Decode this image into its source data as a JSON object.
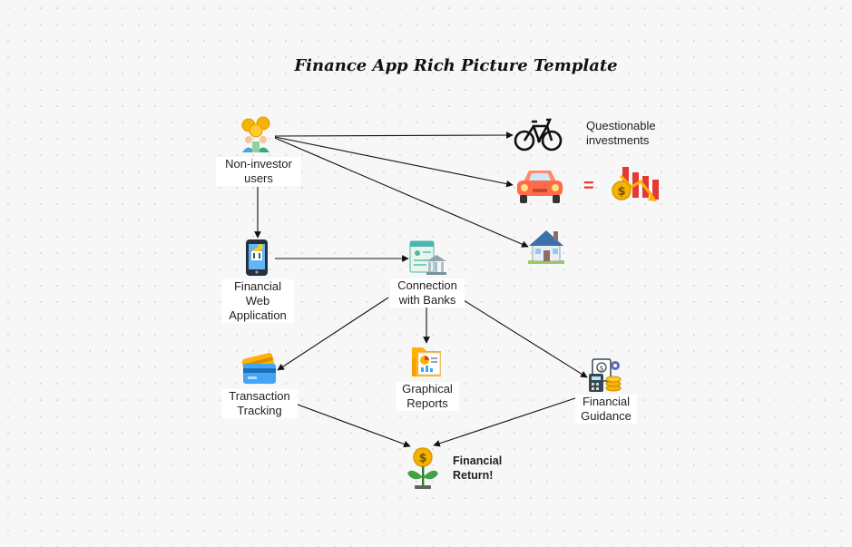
{
  "title": "Finance App Rich Picture Template",
  "nodes": {
    "non_investor": "Non-investor users",
    "questionable": "Questionable investments",
    "equals": "=",
    "web_app": "Financial Web Application",
    "banks": "Connection with Banks",
    "transaction": "Transaction Tracking",
    "reports": "Graphical Reports",
    "guidance": "Financial Guidance",
    "return": "Financial Return!"
  },
  "icons": {
    "users": "people-with-coins-icon",
    "bicycle": "bicycle-icon",
    "car": "car-icon",
    "loss_chart": "falling-chart-coin-icon",
    "house": "house-icon",
    "phone": "mobile-banking-icon",
    "bank": "bank-document-icon",
    "card": "credit-cards-icon",
    "report": "report-folder-icon",
    "guidance": "calculator-coins-icon",
    "plant": "money-plant-icon"
  },
  "colors": {
    "accent_red": "#e53935",
    "coin_gold": "#f5b400",
    "plant_green": "#43a047",
    "card_blue": "#42a5f5",
    "car_orange": "#ff6b4a"
  }
}
